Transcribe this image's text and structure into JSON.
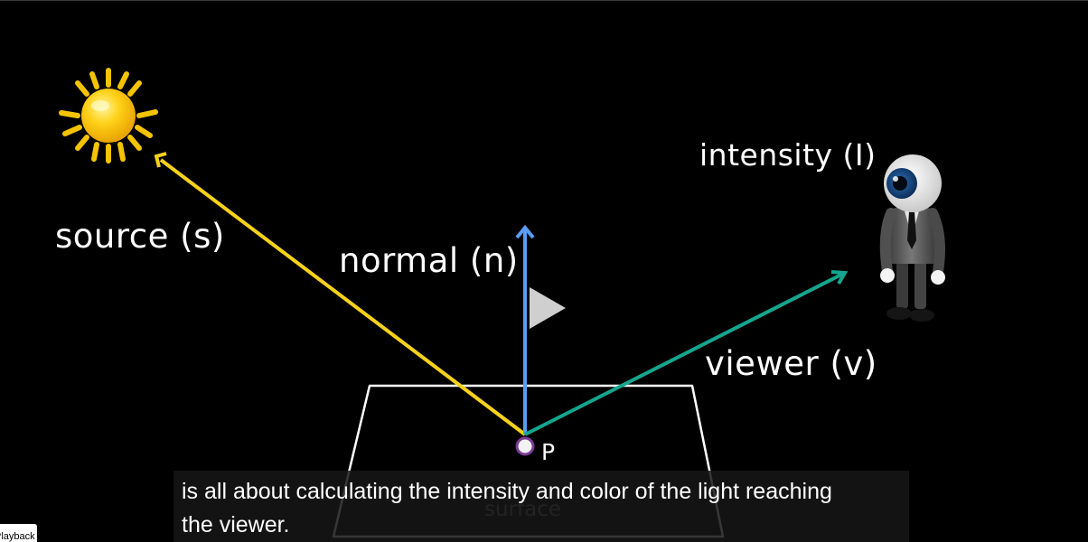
{
  "diagram": {
    "labels": {
      "source": "source (s)",
      "normal": "normal (n)",
      "intensity": "intensity (I)",
      "viewer": "viewer (v)",
      "point": "P",
      "surface": "surface"
    },
    "icons": {
      "sun": "sun-icon",
      "eye_figure": "eyeball-person-icon",
      "play": "play-icon"
    },
    "colors": {
      "source_ray": "#f7d21b",
      "normal_ray": "#5b9cf0",
      "viewer_ray": "#14a68f",
      "surface_outline": "#ffffff",
      "point_ring": "#7b3a96"
    }
  },
  "caption": {
    "lines": [
      "is all about calculating the intensity and color of the light reaching",
      "the viewer."
    ]
  },
  "player": {
    "playback_rate_label": "Playback rate"
  }
}
